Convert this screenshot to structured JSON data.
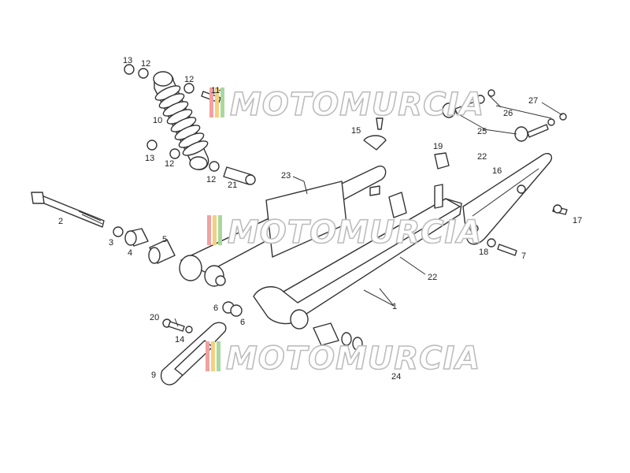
{
  "watermark": {
    "brand": "MOTOMURCIA",
    "stripe_colors": [
      "#f2a0a0",
      "#f5d080",
      "#a8d8a0"
    ]
  },
  "callouts": [
    {
      "id": "c13a",
      "label": "13"
    },
    {
      "id": "c12a",
      "label": "12"
    },
    {
      "id": "c12b",
      "label": "12"
    },
    {
      "id": "c11",
      "label": "11"
    },
    {
      "id": "c10",
      "label": "10"
    },
    {
      "id": "c13b",
      "label": "13"
    },
    {
      "id": "c12c",
      "label": "12"
    },
    {
      "id": "c12d",
      "label": "12"
    },
    {
      "id": "c21",
      "label": "21"
    },
    {
      "id": "c2",
      "label": "2"
    },
    {
      "id": "c3",
      "label": "3"
    },
    {
      "id": "c4",
      "label": "4"
    },
    {
      "id": "c5",
      "label": "5"
    },
    {
      "id": "c23",
      "label": "23"
    },
    {
      "id": "c15",
      "label": "15"
    },
    {
      "id": "c19",
      "label": "19"
    },
    {
      "id": "c22a",
      "label": "22"
    },
    {
      "id": "c16",
      "label": "16"
    },
    {
      "id": "c27",
      "label": "27"
    },
    {
      "id": "c26",
      "label": "26"
    },
    {
      "id": "c25",
      "label": "25"
    },
    {
      "id": "c17",
      "label": "17"
    },
    {
      "id": "c18",
      "label": "18"
    },
    {
      "id": "c7",
      "label": "7"
    },
    {
      "id": "c22b",
      "label": "22"
    },
    {
      "id": "c1",
      "label": "1"
    },
    {
      "id": "c6a",
      "label": "6"
    },
    {
      "id": "c6b",
      "label": "6"
    },
    {
      "id": "c20",
      "label": "20"
    },
    {
      "id": "c14",
      "label": "14"
    },
    {
      "id": "c9",
      "label": "9"
    },
    {
      "id": "c24",
      "label": "24"
    }
  ]
}
